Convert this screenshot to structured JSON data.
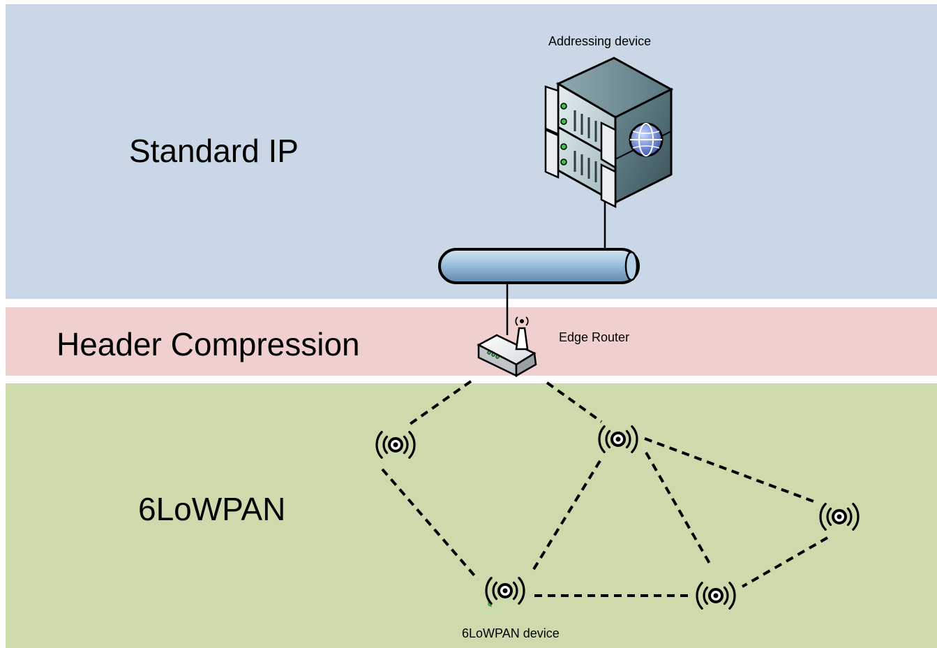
{
  "layers": {
    "standard_ip": {
      "label": "Standard IP",
      "color": "#c9d7e6"
    },
    "header_compression": {
      "label": "Header Compression",
      "color": "#f0cfcf"
    },
    "lowpan": {
      "label": "6LoWPAN",
      "color": "#cddaac"
    }
  },
  "devices": {
    "addressing_device": {
      "label": "Addressing device",
      "icon": "server-rack-icon"
    },
    "backbone": {
      "icon": "backbone-pipe-icon"
    },
    "edge_router": {
      "label": "Edge Router",
      "icon": "wireless-router-icon"
    },
    "lowpan_device": {
      "label": "6LoWPAN device",
      "icon": "wireless-node-icon"
    }
  },
  "nodes": [
    {
      "id": "n1"
    },
    {
      "id": "n2"
    },
    {
      "id": "n3"
    },
    {
      "id": "n4"
    },
    {
      "id": "n5"
    }
  ],
  "links": [
    {
      "from": "router",
      "to": "n1"
    },
    {
      "from": "router",
      "to": "n2"
    },
    {
      "from": "n1",
      "to": "n4"
    },
    {
      "from": "n2",
      "to": "n4"
    },
    {
      "from": "n2",
      "to": "n3"
    },
    {
      "from": "n2",
      "to": "n5"
    },
    {
      "from": "n3",
      "to": "n5"
    },
    {
      "from": "n4",
      "to": "n5"
    }
  ]
}
